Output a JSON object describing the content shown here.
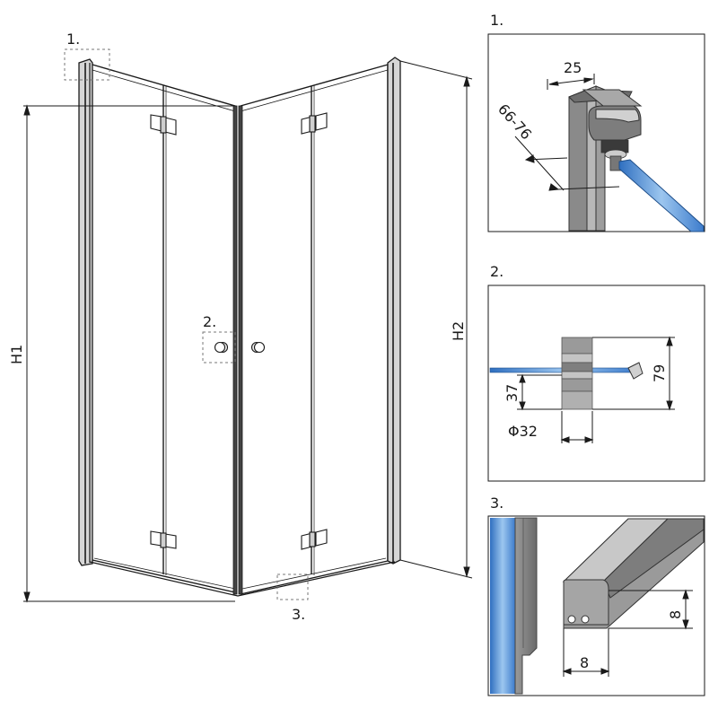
{
  "main": {
    "callouts": {
      "c1": "1.",
      "c2": "2.",
      "c3": "3."
    },
    "labels": {
      "h1": "H1",
      "h2": "H2"
    }
  },
  "detail1": {
    "title": "1.",
    "width": "25",
    "range": "66-76"
  },
  "detail2": {
    "title": "2.",
    "height_total": "79",
    "height_low": "37",
    "diameter": "Φ32"
  },
  "detail3": {
    "title": "3.",
    "height": "8",
    "width": "8"
  },
  "colors": {
    "line": "#1a1a1a",
    "glass": "#4a8fd6",
    "metal": "#8e8e8e",
    "dashed": "#777777"
  }
}
